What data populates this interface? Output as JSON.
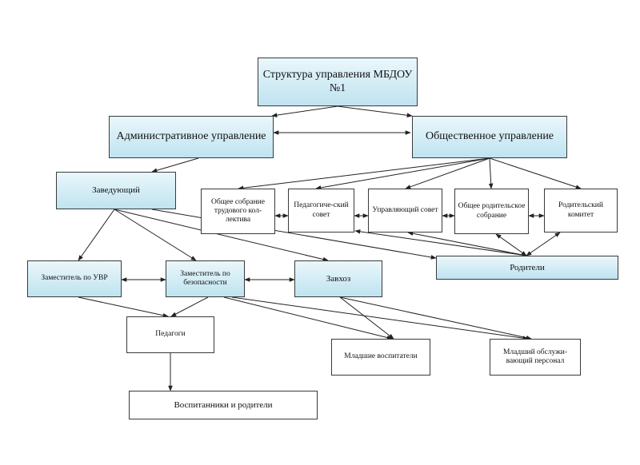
{
  "diagram": {
    "title": "Структура управления МБДОУ №1",
    "nodes": {
      "admin": "Административное управление",
      "public": "Общественное управление",
      "head": "Заведующий",
      "labor_meeting": "Общее собрание трудового кол-лектива",
      "ped_council": "Педагогиче-ский совет",
      "gov_council": "Управляющий совет",
      "parent_meeting": "Общее родительское собрание",
      "parent_committee": "Родительский комитет",
      "parents": "Родители",
      "deputy_uvr": "Заместитель по УВР",
      "deputy_safety": "Заместитель по безопасности",
      "supply": "Завхоз",
      "teachers": "Педагоги",
      "junior_educators": "Младшие воспитатели",
      "junior_staff": "Младший обслужи-вающий персонал",
      "pupils_parents": "Воспитанники и родители"
    },
    "colors": {
      "box_fill_top": "#eaf7fb",
      "box_fill_bottom": "#bfe3f0",
      "line": "#222222"
    }
  }
}
